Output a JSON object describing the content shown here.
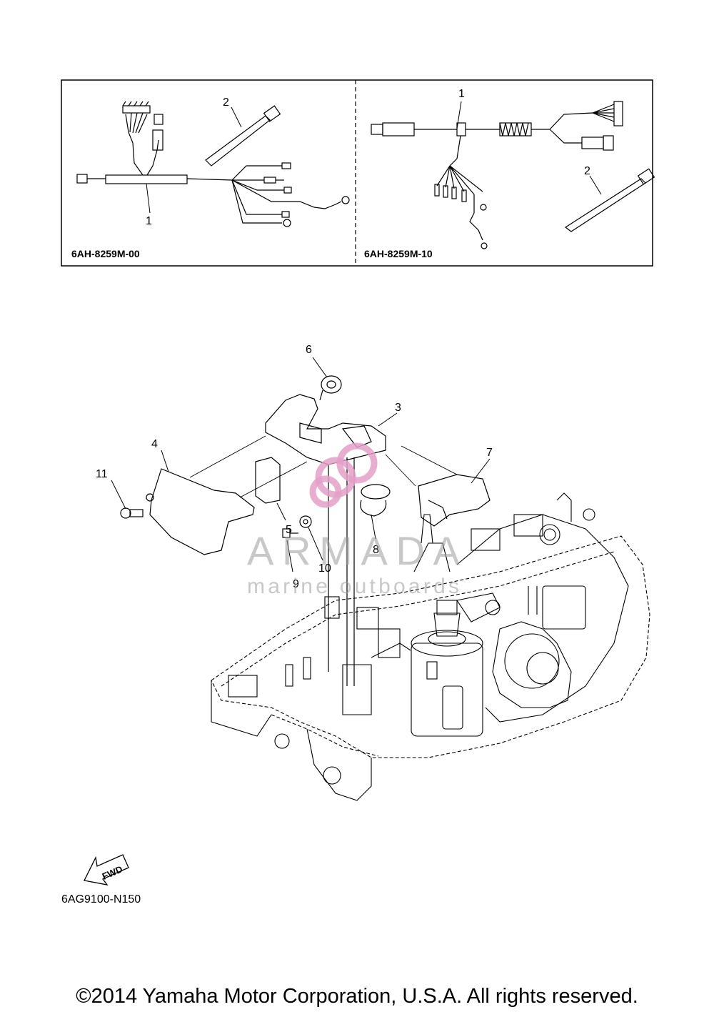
{
  "inset": {
    "left_panel": {
      "code": "6AH-8259M-00",
      "labels": [
        "1",
        "2"
      ]
    },
    "right_panel": {
      "code": "6AH-8259M-10",
      "labels": [
        "1",
        "2"
      ]
    }
  },
  "callouts": [
    "3",
    "4",
    "5",
    "6",
    "7",
    "8",
    "9",
    "10",
    "11"
  ],
  "fwd_label": "FWD",
  "diagram_code": "6AG9100-N150",
  "watermark": {
    "title": "ARMADA",
    "subtitle": "marine outboards",
    "accent_color": "#e3a0c8"
  },
  "copyright": "©2014 Yamaha Motor Corporation, U.S.A. All rights reserved."
}
